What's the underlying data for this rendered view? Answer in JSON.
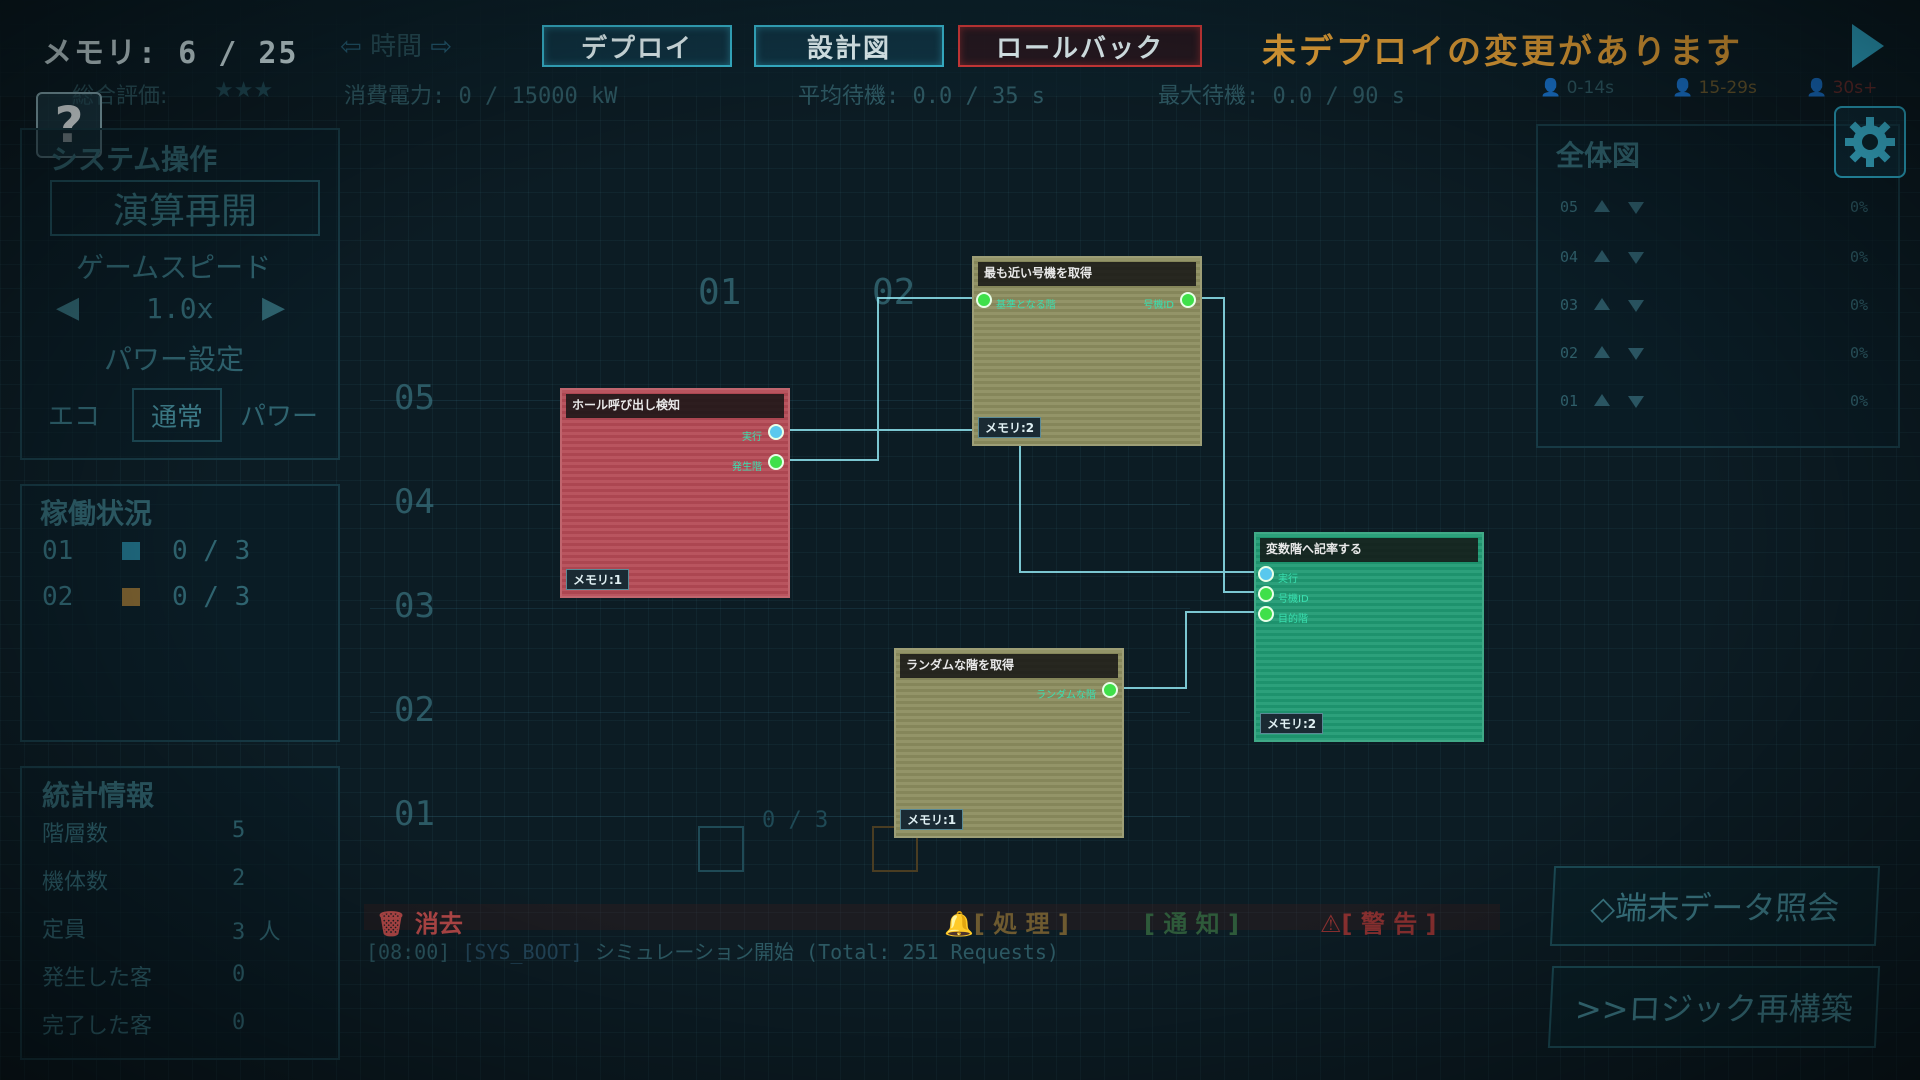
{
  "topbar": {
    "memory": "メモリ: 6 / 25",
    "time_ghost": "時間",
    "deploy_label": "デプロイ",
    "blueprint_label": "設計図",
    "rollback_label": "ロールバック",
    "notice": "未デプロイの変更があります"
  },
  "stats": {
    "rating_label": "総合評価:",
    "rating_stars": "★★★",
    "power": "消費電力: 0 / 15000 kW",
    "avg_wait": "平均待機: 0.0 / 35 s",
    "max_wait": "最大待機: 0.0 / 90 s",
    "legend_1": "0-14s",
    "legend_2": "15-29s",
    "legend_3": "30s+"
  },
  "system_panel": {
    "title": "システム操作",
    "resume": "演算再開",
    "speed_title": "ゲームスピード",
    "speed_value": "1.0x",
    "power_title": "パワー設定",
    "power_eco": "エコ",
    "power_normal": "通常",
    "power_power": "パワー"
  },
  "status_panel": {
    "title": "稼働状況",
    "rows": [
      {
        "id": "01",
        "value": "0 / 3",
        "color": "#1f6a80"
      },
      {
        "id": "02",
        "value": "0 / 3",
        "color": "#7a6030"
      }
    ]
  },
  "stats_panel": {
    "title": "統計情報",
    "rows": [
      {
        "label": "階層数",
        "value": "5"
      },
      {
        "label": "機体数",
        "value": "2"
      },
      {
        "label": "定員",
        "value": "3 人"
      },
      {
        "label": "発生した客",
        "value": "0"
      },
      {
        "label": "完了した客",
        "value": "0"
      }
    ]
  },
  "board": {
    "columns": [
      "01",
      "02"
    ],
    "floors": [
      "05",
      "04",
      "03",
      "02",
      "01"
    ],
    "shaft_counter": "0 / 3"
  },
  "nodes": {
    "hall_call": {
      "title": "ホール呼び出し検知",
      "mem": "メモリ:1",
      "port_exec": "実行",
      "port_floor": "発生階"
    },
    "nearest": {
      "title": "最も近い号機を取得",
      "mem": "メモリ:2",
      "port_in": "基準となる階",
      "port_out": "号機ID"
    },
    "write_var": {
      "title": "変数階へ記率する",
      "mem": "メモリ:2",
      "port_exec": "実行",
      "port_id": "号機ID",
      "port_floor": "目的階"
    },
    "random_floor": {
      "title": "ランダムな階を取得",
      "mem": "メモリ:1",
      "port_out": "ランダムな階"
    }
  },
  "overview": {
    "title": "全体図",
    "rows": [
      {
        "floor": "05",
        "pct": "0%"
      },
      {
        "floor": "04",
        "pct": "0%"
      },
      {
        "floor": "03",
        "pct": "0%"
      },
      {
        "floor": "02",
        "pct": "0%"
      },
      {
        "floor": "01",
        "pct": "0%"
      }
    ]
  },
  "log": {
    "clear": "消去",
    "process": "[ 処 理 ]",
    "notify": "[ 通 知 ]",
    "warn": "[ 警 告 ]",
    "line_time": "[08:00]",
    "line_tag": "[SYS_BOOT]",
    "line_msg": "シミュレーション開始 (Total: 251 Requests)"
  },
  "right_buttons": {
    "terminal": "◇端末データ照会",
    "rebuild": ">>ロジック再構築"
  },
  "help_label": "?",
  "colors": {
    "accent": "#39b9d2",
    "warn": "#f0a93a",
    "node_red": "#b54a55",
    "node_olive": "#8c8d5f",
    "node_green": "#1f9a73"
  }
}
